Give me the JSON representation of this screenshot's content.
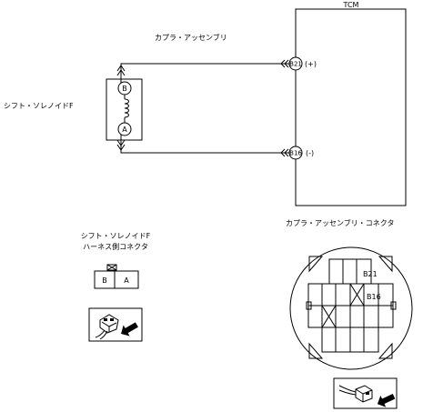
{
  "tcm": {
    "title": "TCM"
  },
  "coupler_assembly": {
    "label": "カプラ・アッセンブリ"
  },
  "solenoid": {
    "name": "シフト・ソレノイドF",
    "terminal_top": "B",
    "terminal_bottom": "A"
  },
  "pins": {
    "upper": {
      "id": "B21",
      "polarity": "(+)"
    },
    "lower": {
      "id": "B16",
      "polarity": "(-)"
    }
  },
  "harness_connector": {
    "title_line1": "シフト・ソレノイドF",
    "title_line2": "ハーネス側コネクタ",
    "cell_left": "B",
    "cell_right": "A"
  },
  "coupler_connector": {
    "title": "カプラ・アッセンブリ・コネクタ",
    "pin_labels": [
      "B21",
      "B16"
    ]
  }
}
